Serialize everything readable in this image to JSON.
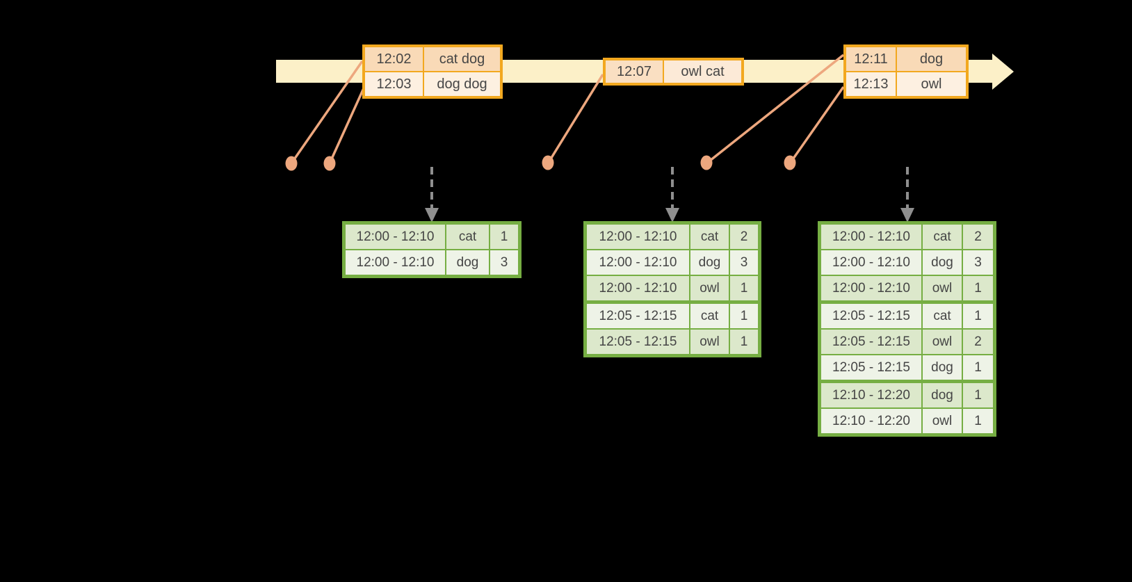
{
  "colors": {
    "background": "#000000",
    "timeline_band": "#fcf0c8",
    "event_table_border": "#f2a81f",
    "event_row_dark": "#f9dab7",
    "event_row_light": "#fdf0e1",
    "connector_salmon": "#eda77e",
    "result_table_border": "#76ae43",
    "result_row_dark": "#dce8cb",
    "result_row_light": "#eef3e7",
    "dashed_arrow_gray": "#8f8f8f",
    "text": "#454545"
  },
  "event_tables": [
    {
      "rows": [
        {
          "time": "12:02",
          "words": "cat dog"
        },
        {
          "time": "12:03",
          "words": "dog dog"
        }
      ]
    },
    {
      "rows": [
        {
          "time": "12:07",
          "words": "owl cat"
        }
      ]
    },
    {
      "rows": [
        {
          "time": "12:11",
          "words": "dog"
        },
        {
          "time": "12:13",
          "words": "owl"
        }
      ]
    }
  ],
  "result_tables": [
    {
      "rows": [
        {
          "window": "12:00 - 12:10",
          "word": "cat",
          "count": "1"
        },
        {
          "window": "12:00 - 12:10",
          "word": "dog",
          "count": "3"
        }
      ]
    },
    {
      "rows": [
        {
          "window": "12:00 - 12:10",
          "word": "cat",
          "count": "2"
        },
        {
          "window": "12:00 - 12:10",
          "word": "dog",
          "count": "3"
        },
        {
          "window": "12:00 - 12:10",
          "word": "owl",
          "count": "1"
        },
        {
          "window": "12:05 - 12:15",
          "word": "cat",
          "count": "1"
        },
        {
          "window": "12:05 - 12:15",
          "word": "owl",
          "count": "1"
        }
      ]
    },
    {
      "rows": [
        {
          "window": "12:00 - 12:10",
          "word": "cat",
          "count": "2"
        },
        {
          "window": "12:00 - 12:10",
          "word": "dog",
          "count": "3"
        },
        {
          "window": "12:00 - 12:10",
          "word": "owl",
          "count": "1"
        },
        {
          "window": "12:05 - 12:15",
          "word": "cat",
          "count": "1"
        },
        {
          "window": "12:05 - 12:15",
          "word": "owl",
          "count": "2"
        },
        {
          "window": "12:05 - 12:15",
          "word": "dog",
          "count": "1"
        },
        {
          "window": "12:10 - 12:20",
          "word": "dog",
          "count": "1"
        },
        {
          "window": "12:10 - 12:20",
          "word": "owl",
          "count": "1"
        }
      ]
    }
  ]
}
